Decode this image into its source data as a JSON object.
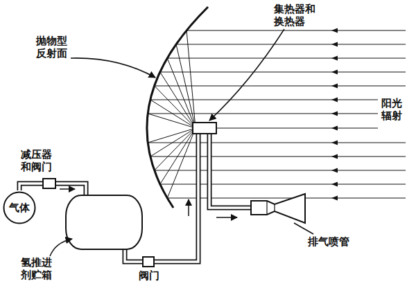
{
  "diagram": {
    "nodes": [
      {
        "text": [
          "气体"
        ]
      }
    ],
    "edges": [],
    "labels": [
      "集热器和换热器",
      "抛物型反射面",
      "阳光辐射",
      "减压器和阀门",
      "氢推进剂贮箱",
      "阀门",
      "排气喷管"
    ]
  }
}
